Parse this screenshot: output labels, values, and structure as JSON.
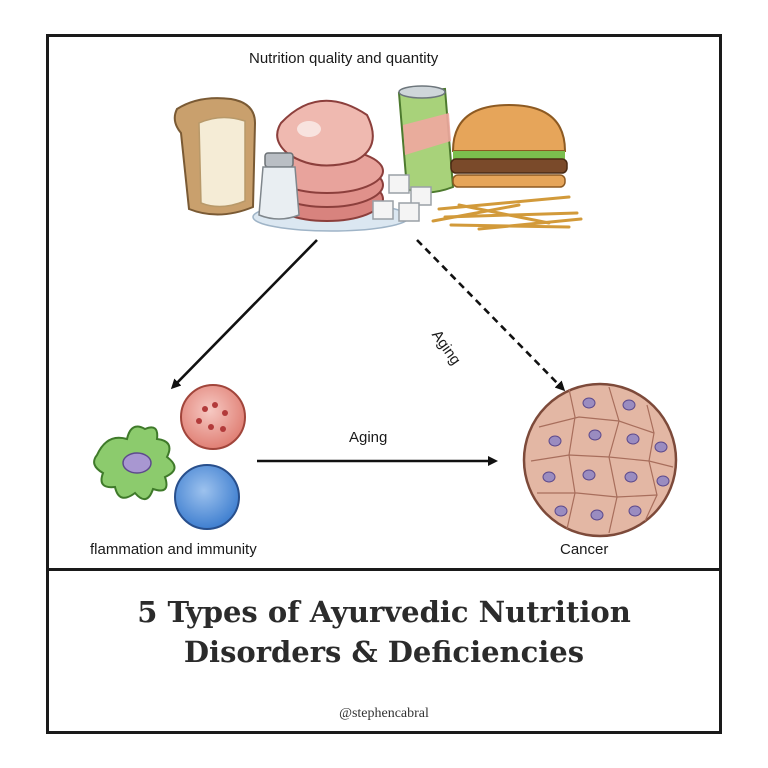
{
  "diagram": {
    "top_label": "Nutrition quality and quantity",
    "left_label": "flammation and immunity",
    "right_label": "Cancer",
    "aging_horizontal": "Aging",
    "aging_diagonal": "Aging"
  },
  "title": {
    "line1": "5 Types of Ayurvedic Nutrition",
    "line2": "Disorders & Deficiencies"
  },
  "handle": "@stephencabral",
  "colors": {
    "frame": "#1a1a1a",
    "title_text": "#2b2b2b",
    "cell_fill": "#e3b7a4",
    "nucleus": "#9a8cc0"
  }
}
